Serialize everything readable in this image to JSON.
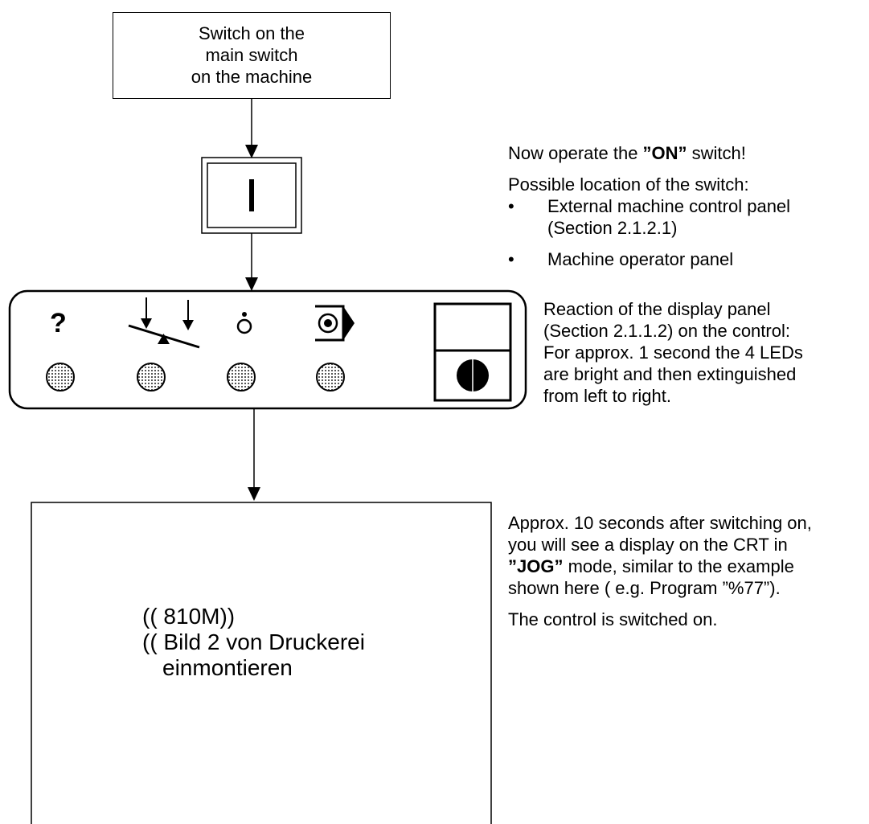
{
  "step1": {
    "line1": "Switch on the",
    "line2": "main switch",
    "line3": "on the machine"
  },
  "switch_symbol": "I",
  "right_col_1": {
    "text_before": "Now operate the ",
    "on_label": "”ON”",
    "text_after": " switch!",
    "location_heading": "Possible location of the switch:",
    "bullets": [
      {
        "marker": "•",
        "line1": "External machine control panel",
        "line2": "(Section 2.1.2.1)"
      },
      {
        "marker": "•",
        "line1": "Machine operator panel",
        "line2": ""
      }
    ]
  },
  "panel": {
    "leds": [
      {
        "icon": "question-mark-icon",
        "glyph": "?"
      },
      {
        "icon": "balance-lever-icon",
        "glyph": ""
      },
      {
        "icon": "spindle-icon",
        "glyph": ""
      },
      {
        "icon": "cycle-start-icon",
        "glyph": ""
      }
    ],
    "right_col_2": {
      "line1": "Reaction of the display panel",
      "line2": "(Section 2.1.1.2)  on the control:",
      "line3": "For approx. 1 second the 4 LEDs",
      "line4": "are bright and then extinguished",
      "line5": "from left to right."
    }
  },
  "crt": {
    "line1": "(( 810M))",
    "line2": "(( Bild 2 von Druckerei",
    "line3": "einmontieren"
  },
  "right_col_3": {
    "line1": "Approx. 10 seconds after switching on,",
    "line2": "you will see a display on the CRT in",
    "jog_label": "”JOG”",
    "line3_rest": " mode, similar to the example",
    "line4": "shown here ( e.g. Program ”%77”).",
    "line5": "The control is switched on."
  }
}
